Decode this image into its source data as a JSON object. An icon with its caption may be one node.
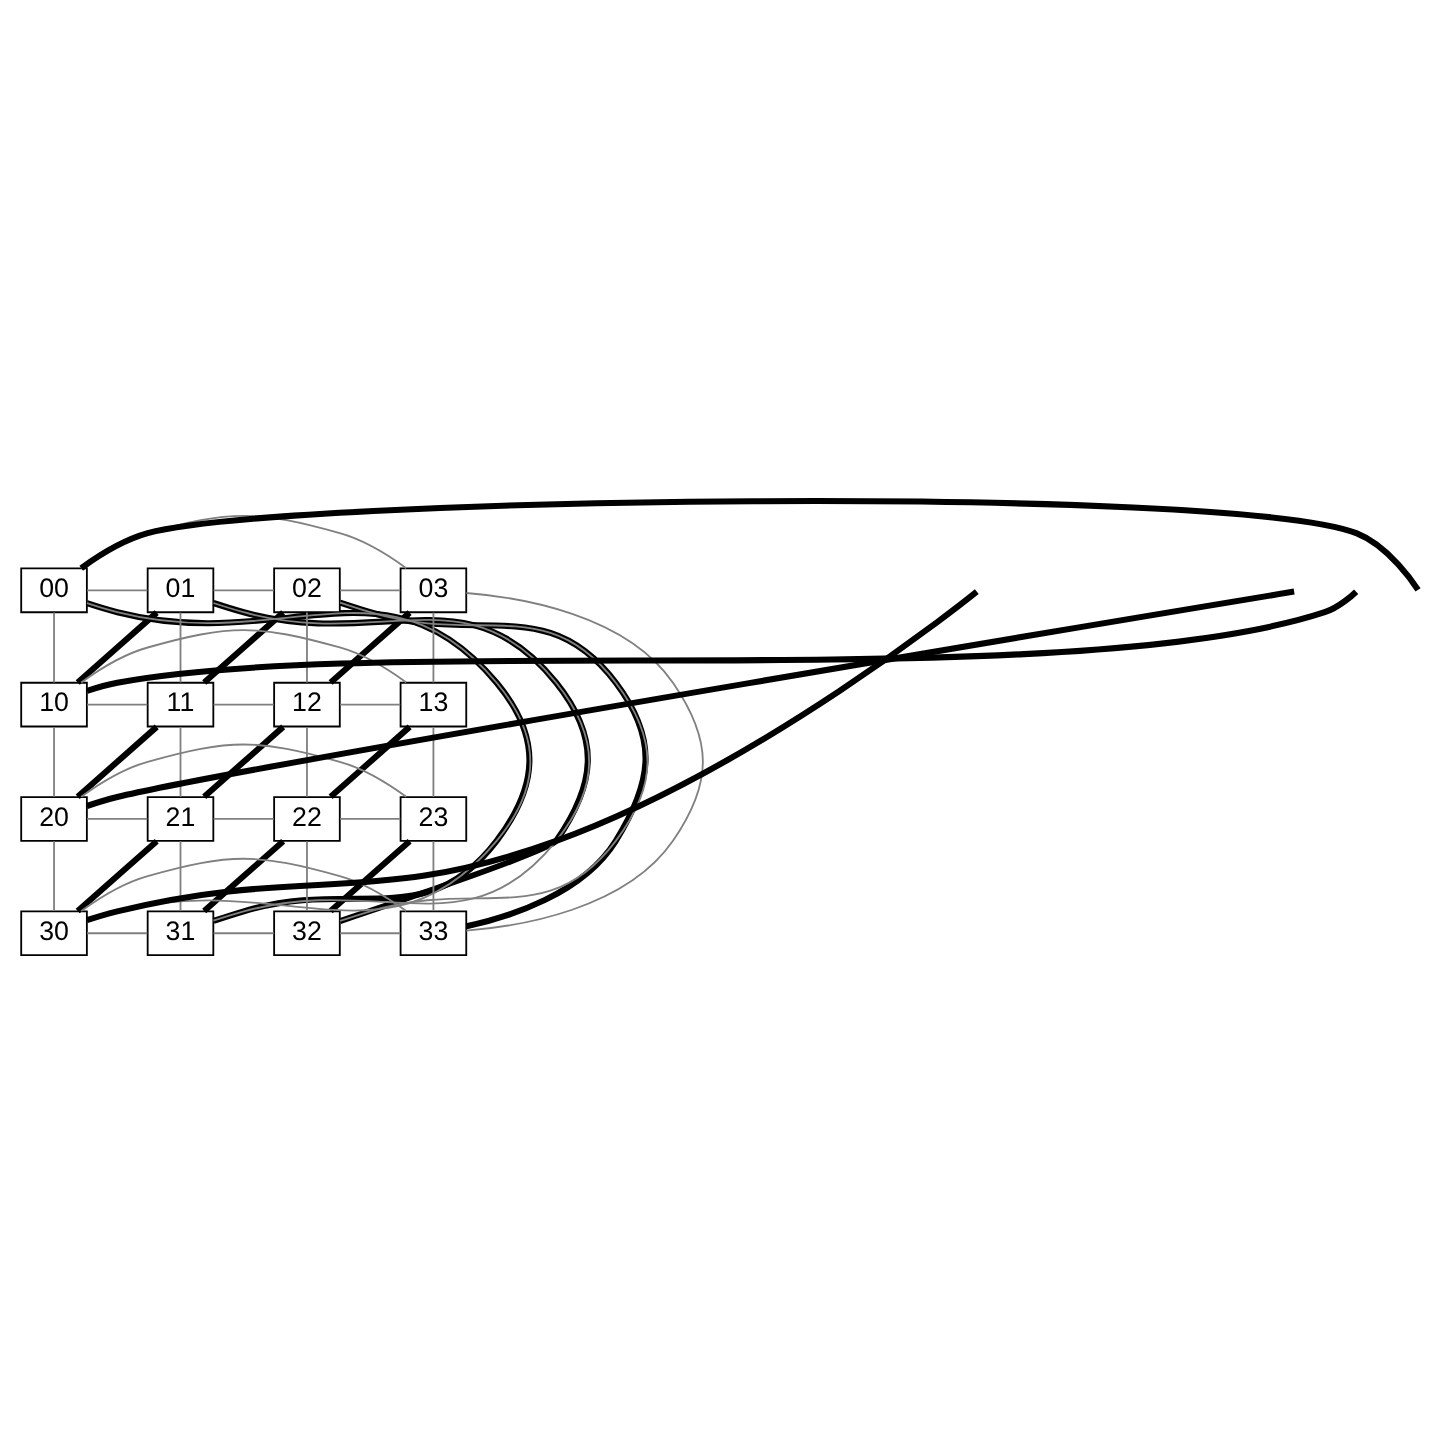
{
  "diagram": {
    "nodes": [
      {
        "text": [
          "00"
        ]
      },
      {
        "text": [
          "01"
        ]
      },
      {
        "text": [
          "02"
        ]
      },
      {
        "text": [
          "03"
        ]
      },
      {
        "text": [
          "10"
        ]
      },
      {
        "text": [
          "11"
        ]
      },
      {
        "text": [
          "12"
        ]
      },
      {
        "text": [
          "13"
        ]
      },
      {
        "text": [
          "20"
        ]
      },
      {
        "text": [
          "21"
        ]
      },
      {
        "text": [
          "22"
        ]
      },
      {
        "text": [
          "23"
        ]
      },
      {
        "text": [
          "30"
        ]
      },
      {
        "text": [
          "31"
        ]
      },
      {
        "text": [
          "32"
        ]
      },
      {
        "text": [
          "33"
        ]
      }
    ],
    "edges": [
      {
        "from": 0,
        "to": 1,
        "arrow": "none"
      },
      {
        "from": 1,
        "to": 2,
        "arrow": "none"
      },
      {
        "from": 2,
        "to": 3,
        "arrow": "none"
      },
      {
        "from": 3,
        "to": 0,
        "arrow": "none"
      },
      {
        "from": 4,
        "to": 5,
        "arrow": "none"
      },
      {
        "from": 5,
        "to": 6,
        "arrow": "none"
      },
      {
        "from": 6,
        "to": 7,
        "arrow": "none"
      },
      {
        "from": 7,
        "to": 4,
        "arrow": "none"
      },
      {
        "from": 8,
        "to": 9,
        "arrow": "none"
      },
      {
        "from": 9,
        "to": 10,
        "arrow": "none"
      },
      {
        "from": 10,
        "to": 11,
        "arrow": "none"
      },
      {
        "from": 11,
        "to": 8,
        "arrow": "none"
      },
      {
        "from": 12,
        "to": 13,
        "arrow": "none"
      },
      {
        "from": 13,
        "to": 14,
        "arrow": "none"
      },
      {
        "from": 14,
        "to": 15,
        "arrow": "none"
      },
      {
        "from": 15,
        "to": 12,
        "arrow": "none"
      },
      {
        "from": 0,
        "to": 4,
        "arrow": "none"
      },
      {
        "from": 4,
        "to": 8,
        "arrow": "none"
      },
      {
        "from": 8,
        "to": 12,
        "arrow": "none"
      },
      {
        "from": 12,
        "to": 0,
        "arrow": "none"
      },
      {
        "from": 1,
        "to": 5,
        "arrow": "none"
      },
      {
        "from": 5,
        "to": 9,
        "arrow": "none"
      },
      {
        "from": 9,
        "to": 13,
        "arrow": "none"
      },
      {
        "from": 13,
        "to": 1,
        "arrow": "none"
      },
      {
        "from": 2,
        "to": 6,
        "arrow": "none"
      },
      {
        "from": 6,
        "to": 10,
        "arrow": "none"
      },
      {
        "from": 10,
        "to": 14,
        "arrow": "none"
      },
      {
        "from": 14,
        "to": 2,
        "arrow": "none"
      },
      {
        "from": 3,
        "to": 7,
        "arrow": "none"
      },
      {
        "from": 7,
        "to": 11,
        "arrow": "none"
      },
      {
        "from": 11,
        "to": 15,
        "arrow": "none"
      },
      {
        "from": 15,
        "to": 3,
        "arrow": "none"
      },
      {
        "from": null,
        "to": 0,
        "arrow": "none",
        "style": "thick",
        "color": "#000000"
      },
      {
        "from": 0,
        "to": 13,
        "arrow": "none",
        "style": "thick",
        "color": "#000000"
      },
      {
        "from": 1,
        "to": 14,
        "arrow": "none",
        "style": "thick",
        "color": "#000000"
      },
      {
        "from": 1,
        "to": 4,
        "arrow": "none",
        "style": "thick",
        "color": "#000000"
      },
      {
        "from": 2,
        "to": 15,
        "arrow": "none",
        "style": "thick",
        "color": "#000000"
      },
      {
        "from": 2,
        "to": 5,
        "arrow": "none",
        "style": "thick",
        "color": "#000000"
      },
      {
        "from": 5,
        "to": 8,
        "arrow": "none",
        "style": "thick",
        "color": "#000000"
      },
      {
        "from": 3,
        "to": 6,
        "arrow": "none",
        "style": "thick",
        "color": "#000000"
      },
      {
        "from": 6,
        "to": 9,
        "arrow": "none",
        "style": "thick",
        "color": "#000000"
      },
      {
        "from": 9,
        "to": 12,
        "arrow": "none",
        "style": "thick",
        "color": "#000000"
      },
      {
        "from": 7,
        "to": 10,
        "arrow": "none",
        "style": "thick",
        "color": "#000000"
      },
      {
        "from": 10,
        "to": 13,
        "arrow": "none",
        "style": "thick",
        "color": "#000000"
      },
      {
        "from": 11,
        "to": 14,
        "arrow": "none",
        "style": "thick",
        "color": "#000000"
      },
      {
        "from": null,
        "to": 4,
        "arrow": "none",
        "style": "thick",
        "color": "#000000"
      },
      {
        "from": null,
        "to": 8,
        "arrow": "none",
        "style": "thick",
        "color": "#000000"
      },
      {
        "from": null,
        "to": 12,
        "arrow": "none",
        "style": "thick",
        "color": "#000000"
      }
    ]
  }
}
